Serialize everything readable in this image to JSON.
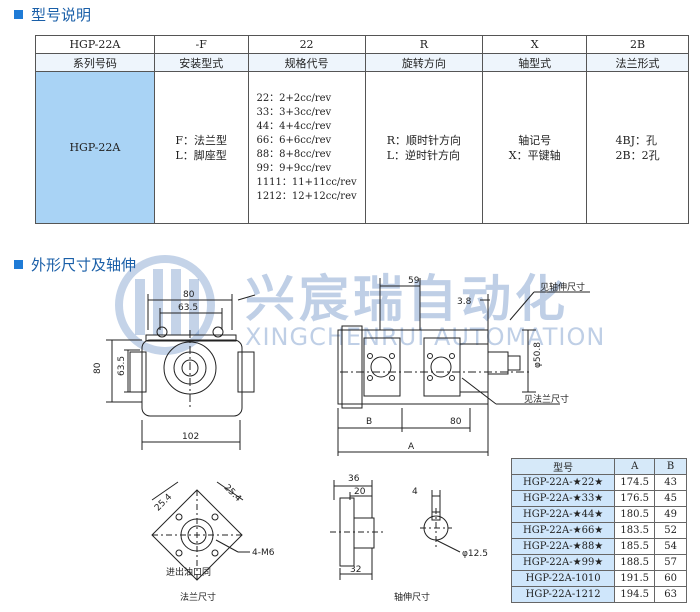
{
  "section1": {
    "title": "型号说明"
  },
  "section2": {
    "title": "外形尺寸及轴伸"
  },
  "model_table": {
    "codes": [
      "HGP-22A",
      "-F",
      "22",
      "R",
      "X",
      "2B"
    ],
    "headers": [
      "系列号码",
      "安装型式",
      "规格代号",
      "旋转方向",
      "轴型式",
      "法兰形式"
    ],
    "series": "HGP-22A",
    "mount": [
      "F：法兰型",
      "L：脚座型"
    ],
    "specs": [
      "22：2+2cc/rev",
      "33：3+3cc/rev",
      "44：4+4cc/rev",
      "66：6+6cc/rev",
      "88：8+8cc/rev",
      "99：9+9cc/rev",
      "1111：11+11cc/rev",
      "1212：12+12cc/rev"
    ],
    "rotation": [
      "R：顺时针方向",
      "L：逆时针方向"
    ],
    "shaft": [
      "轴记号",
      "X：平键轴"
    ],
    "flange": [
      "4BJ：孔",
      "2B：2孔"
    ]
  },
  "watermark": {
    "cn": "兴宸瑞自动化",
    "en": "XINGCHENRUI AUTOMATION"
  },
  "drawing": {
    "front": {
      "dim_top1": "80",
      "dim_top2": "63.5",
      "dim_left1": "80",
      "dim_left2": "63.5",
      "dim_bottom": "102"
    },
    "side": {
      "dim_59": "59",
      "dim_38": "3.8",
      "dim_phi": "φ50.8",
      "dim_b": "B",
      "dim_80": "80",
      "dim_a": "A",
      "label_shaft": "见轴伸尺寸",
      "label_flange": "见法兰尺寸"
    },
    "flange": {
      "dim_a": "25.4",
      "dim_b": "25.4",
      "bolt": "4-M6",
      "label_port": "进出油口同",
      "caption": "法兰尺寸"
    },
    "shaft": {
      "dim_36": "36",
      "dim_20": "20",
      "dim_32": "32",
      "dim_4": "4",
      "dim_phi": "φ12.5",
      "caption": "轴伸尺寸"
    }
  },
  "size_table": {
    "headers": [
      "型号",
      "A",
      "B"
    ],
    "rows": [
      [
        "HGP-22A-★22★",
        "174.5",
        "43"
      ],
      [
        "HGP-22A-★33★",
        "176.5",
        "45"
      ],
      [
        "HGP-22A-★44★",
        "180.5",
        "49"
      ],
      [
        "HGP-22A-★66★",
        "183.5",
        "52"
      ],
      [
        "HGP-22A-★88★",
        "185.5",
        "54"
      ],
      [
        "HGP-22A-★99★",
        "188.5",
        "57"
      ],
      [
        "HGP-22A-1010",
        "191.5",
        "60"
      ],
      [
        "HGP-22A-1212",
        "194.5",
        "63"
      ]
    ]
  }
}
